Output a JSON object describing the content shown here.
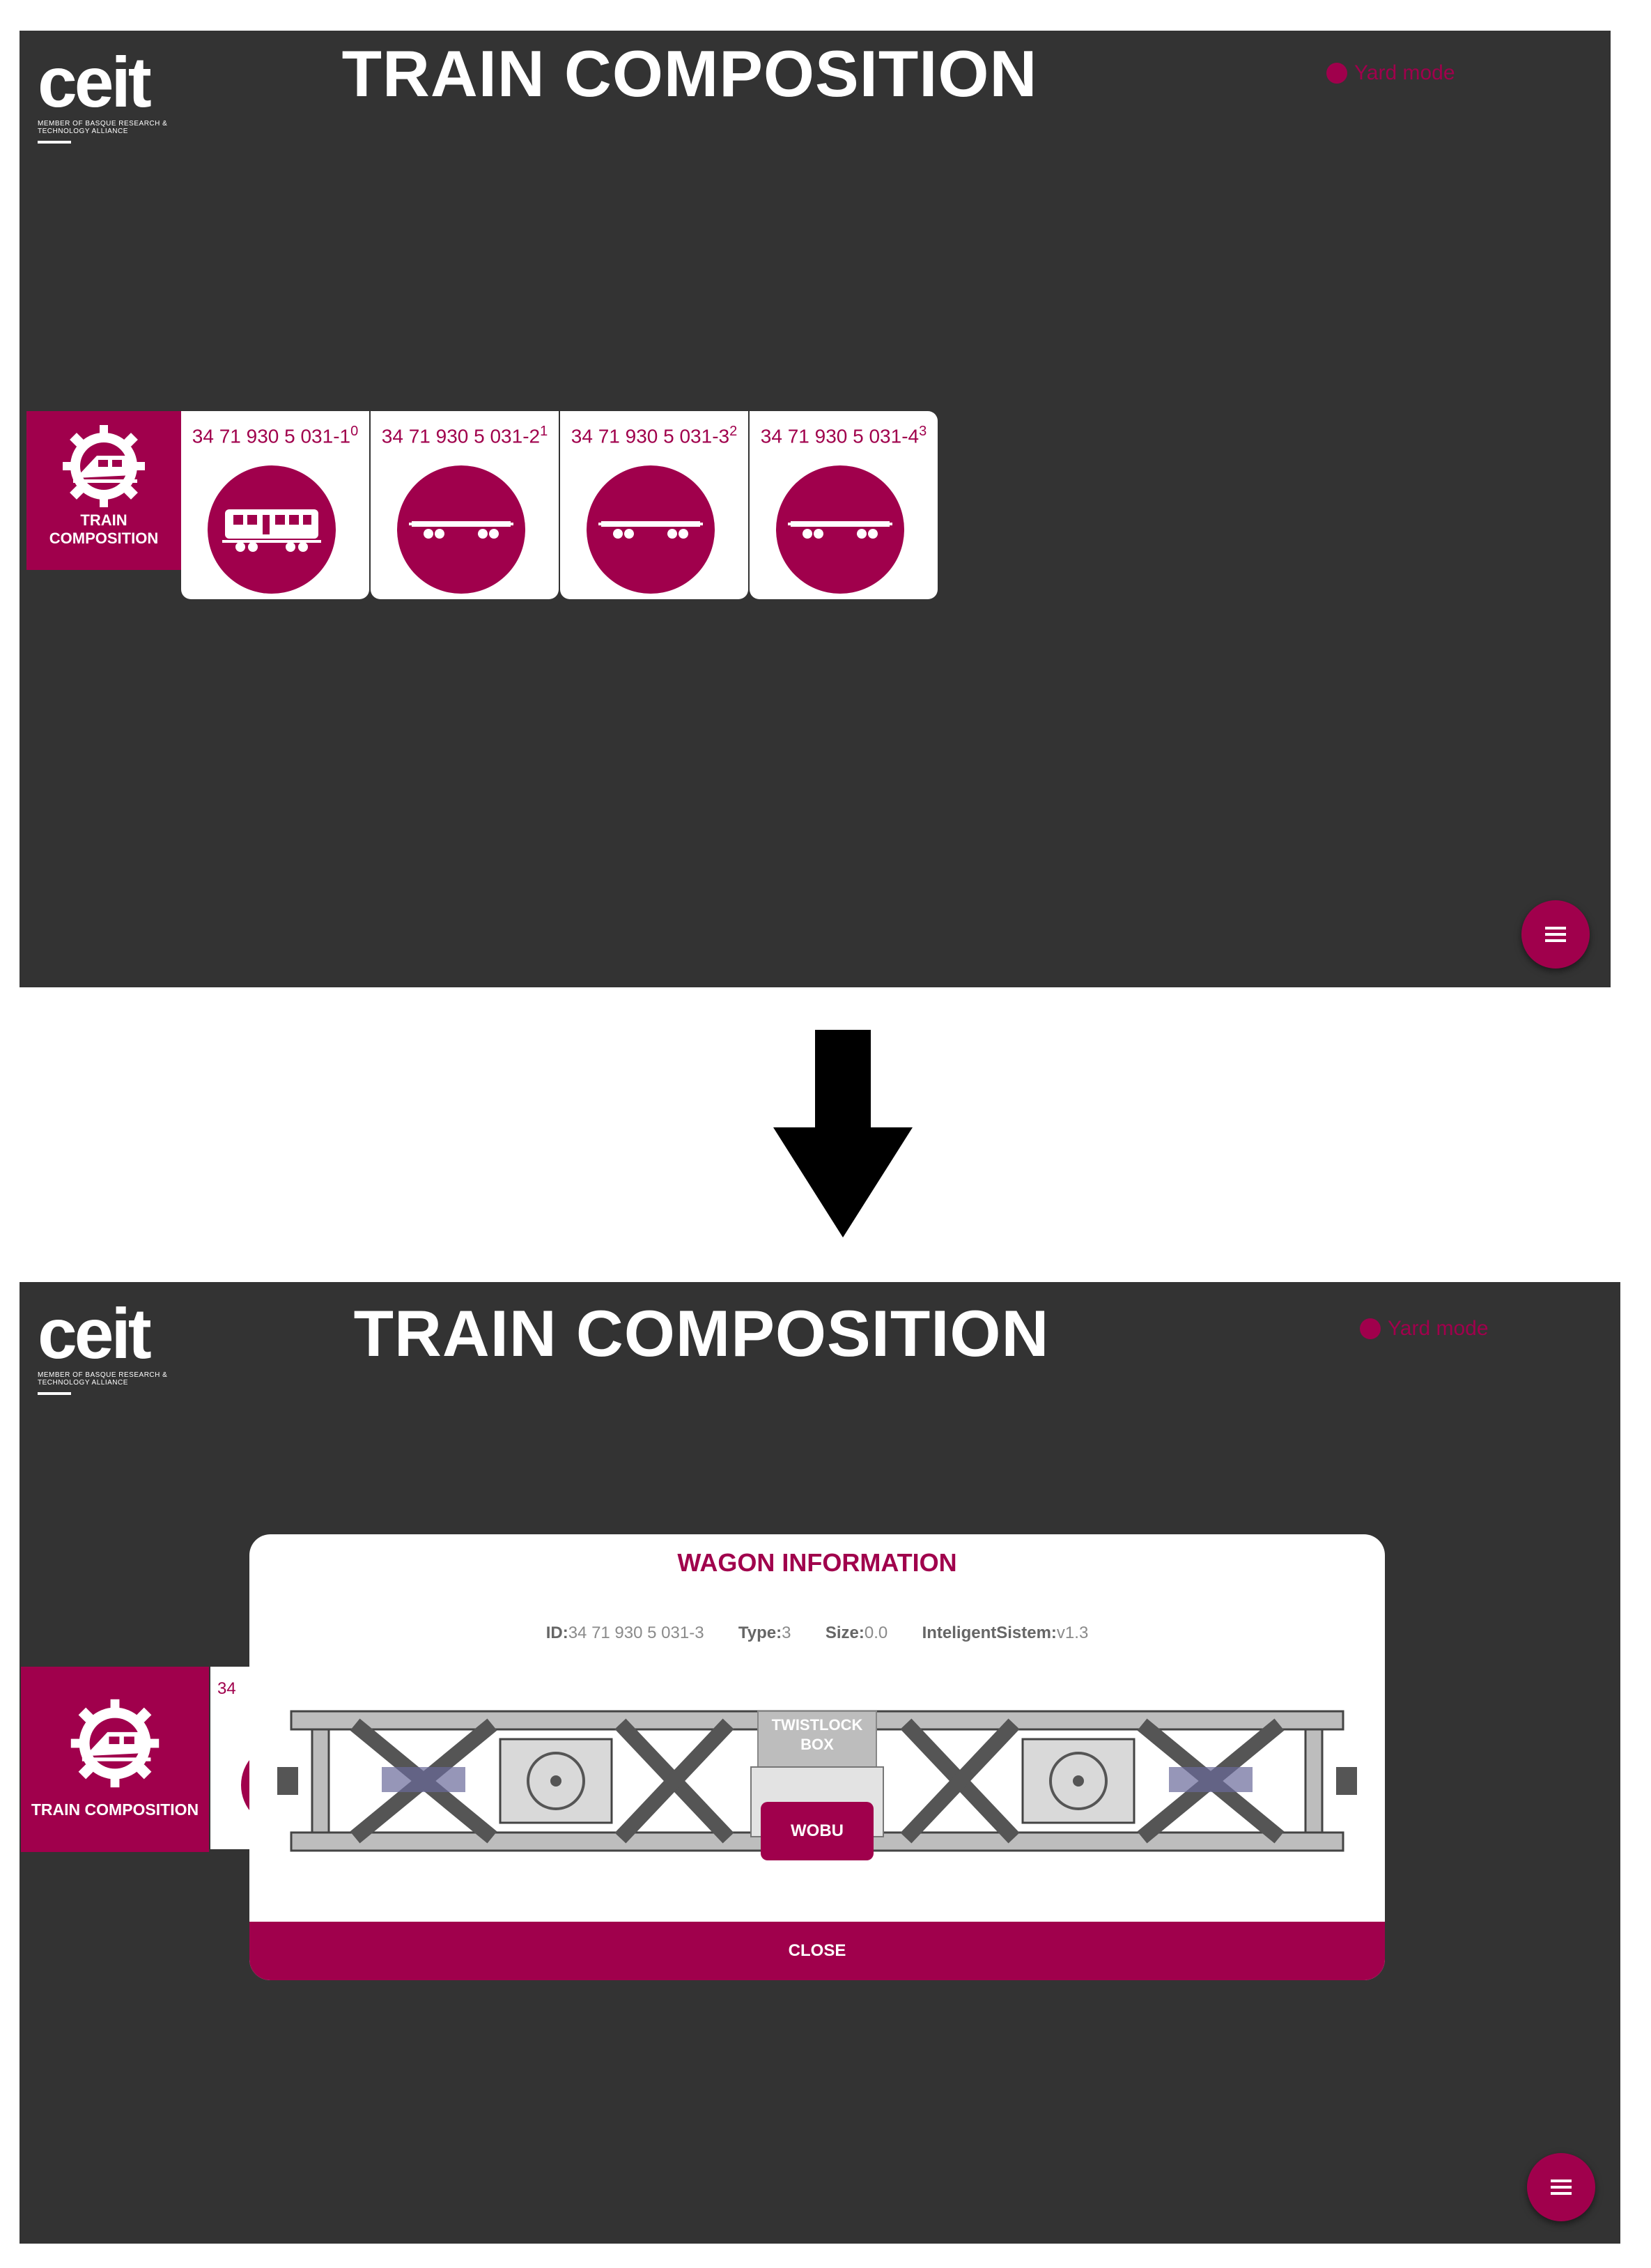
{
  "colors": {
    "accent": "#a0004c",
    "background": "#333333",
    "card": "#ffffff"
  },
  "logo": {
    "word": "ceit",
    "subtitle": "MEMBER OF BASQUE RESEARCH & TECHNOLOGY ALLIANCE"
  },
  "header": {
    "title": "TRAIN COMPOSITION",
    "yard_mode": "Yard mode"
  },
  "side_tile": {
    "line1": "TRAIN",
    "line2": "COMPOSITION",
    "full": "TRAIN COMPOSITION",
    "icon": "train-gear-icon"
  },
  "wagons": [
    {
      "id": "34 71 930 5 031-1",
      "index": "0",
      "icon": "passenger-car-icon"
    },
    {
      "id": "34 71 930 5 031-2",
      "index": "1",
      "icon": "flat-wagon-icon"
    },
    {
      "id": "34 71 930 5 031-3",
      "index": "2",
      "icon": "flat-wagon-icon"
    },
    {
      "id": "34 71 930 5 031-4",
      "index": "3",
      "icon": "flat-wagon-icon"
    }
  ],
  "background_card": {
    "id_fragment": "34"
  },
  "modal": {
    "title": "WAGON INFORMATION",
    "id_label": "ID:",
    "id_value": "34 71 930 5 031-3",
    "type_label": "Type:",
    "type_value": "3",
    "size_label": "Size:",
    "size_value": "0.0",
    "system_label": "InteligentSistem:",
    "system_value": "v1.3",
    "twistlock_line1": "TWISTLOCK",
    "twistlock_line2": "BOX",
    "wobu": "WOBU",
    "close": "CLOSE"
  },
  "menu_icon": "hamburger-menu-icon",
  "transition_icon": "arrow-down-icon"
}
